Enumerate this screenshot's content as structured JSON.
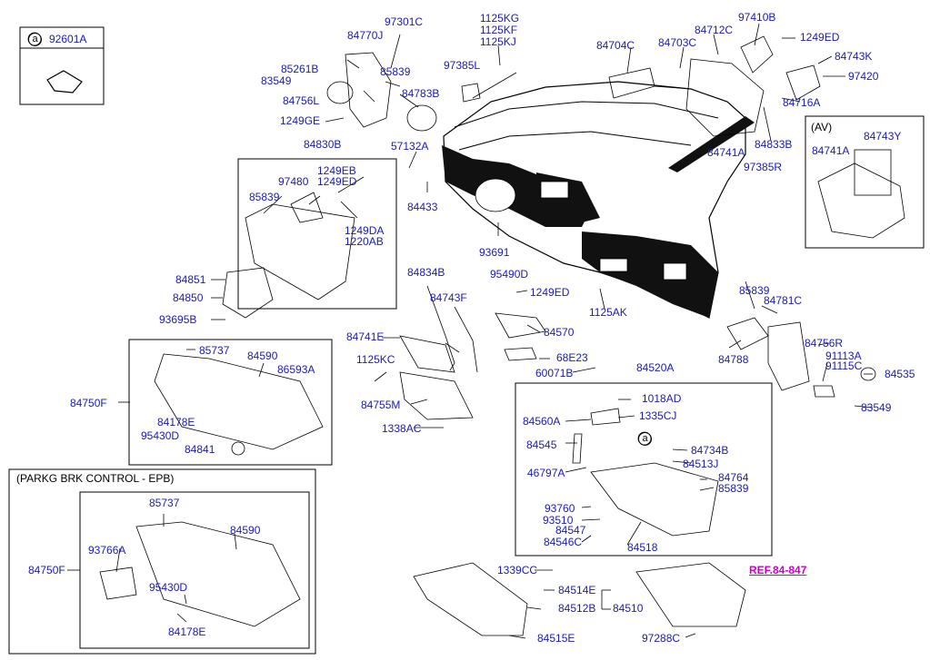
{
  "labels": {
    "p92601A": "92601A",
    "circ_a1": "a",
    "circ_a2": "a",
    "p97301C": "97301C",
    "p84770J": "84770J",
    "p1125KG": "1125KG",
    "p1125KF": "1125KF",
    "p1125KJ": "1125KJ",
    "p84704C": "84704C",
    "p84703C": "84703C",
    "p84712C": "84712C",
    "p97410B": "97410B",
    "p1249ED_a": "1249ED",
    "p85261B": "85261B",
    "p83549_a": "83549",
    "p85839_a": "85839",
    "p97385L": "97385L",
    "p84743K": "84743K",
    "p97420": "97420",
    "p84756L": "84756L",
    "p84783B": "84783B",
    "p84716A": "84716A",
    "p1249GE": "1249GE",
    "pAV": "(AV)",
    "p84833B": "84833B",
    "p84741A_a": "84741A",
    "p84743Y": "84743Y",
    "p84741A_b": "84741A",
    "p84830B": "84830B",
    "p57132A": "57132A",
    "p97385R": "97385R",
    "p1249EB": "1249EB",
    "p97480": "97480",
    "p1249ED_b": "1249ED",
    "p85839_b": "85839",
    "p84433": "84433",
    "p1249DA": "1249DA",
    "p1220AB": "1220AB",
    "p93691": "93691",
    "p84851": "84851",
    "p84834B": "84834B",
    "p95490D": "95490D",
    "p84850": "84850",
    "p84743F": "84743F",
    "p1249ED_c": "1249ED",
    "p85839_c": "85839",
    "p84781C": "84781C",
    "p93695B": "93695B",
    "p1125AK": "1125AK",
    "p84570": "84570",
    "p84741E": "84741E",
    "p85737_a": "85737",
    "p84590_a": "84590",
    "p86593A": "86593A",
    "p68E23": "68E23",
    "p84756R": "84756R",
    "p1125KC": "1125KC",
    "p84788": "84788",
    "p91113A": "91113A",
    "p91115C": "91115C",
    "p84535": "84535",
    "p60071B": "60071B",
    "p84520A": "84520A",
    "p84750F_a": "84750F",
    "p1018AD": "1018AD",
    "p84755M": "84755M",
    "p1335CJ": "1335CJ",
    "p84560A": "84560A",
    "p83549_b": "83549",
    "p84178E_a": "84178E",
    "p1338AC": "1338AC",
    "p95430D_a": "95430D",
    "p84545": "84545",
    "p84734B": "84734B",
    "p84841": "84841",
    "p84513J": "84513J",
    "pEPB": "(PARKG BRK CONTROL - EPB)",
    "p46797A": "46797A",
    "p84764": "84764",
    "p85839_d": "85839",
    "p85737_b": "85737",
    "p93760": "93760",
    "p93510": "93510",
    "p84590_b": "84590",
    "p84547": "84547",
    "p93766A": "93766A",
    "p84546C": "84546C",
    "p84518": "84518",
    "p84750F_b": "84750F",
    "p1339CC": "1339CC",
    "pREF": "REF.84-847",
    "p95430D_b": "95430D",
    "p84514E": "84514E",
    "p84512B": "84512B",
    "p84510": "84510",
    "p84178E_b": "84178E",
    "p84515E": "84515E",
    "p97288C": "97288C"
  },
  "colors": {
    "label": "#1a1ab3",
    "ref": "#cc00cc",
    "line": "#000000"
  }
}
